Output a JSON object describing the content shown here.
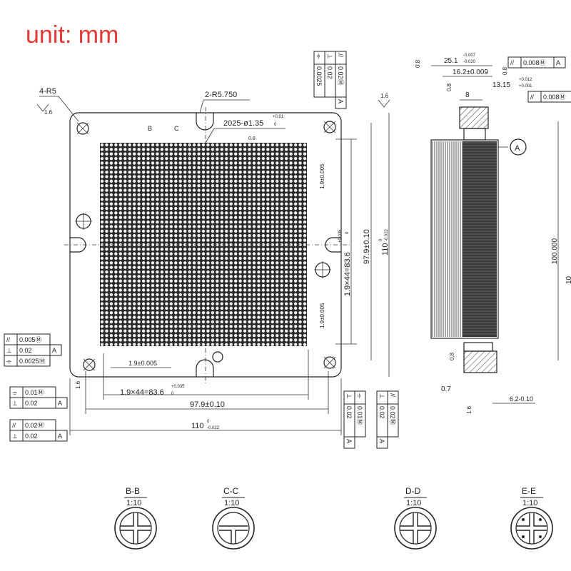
{
  "unit_label": "unit: mm",
  "colors": {
    "unit": "#e53935",
    "ink": "#222222",
    "grid": "#1a1a1a"
  },
  "front": {
    "corner_radius": "4-R5",
    "pocket_radius": "2-R5.750",
    "hole_spec_main": "2025-ø1.35",
    "hole_tol_upper": "+0.01",
    "hole_tol_lower": "0",
    "b_label": "B",
    "c_label": "C",
    "fillet_b": "0.8",
    "roughness_left": "1.6",
    "roughness_right": "1.6",
    "pitch_right_top": "1.9±0.005",
    "pitch_right_bottom": "1.9±0.005",
    "pitch_bottom": "1.9±0.005",
    "pattern_v": "1.9×44=83.6",
    "pattern_v_upper": "+0.035",
    "pattern_v_lower": "0",
    "span_v": "97.9±0.10",
    "outer_v": "110",
    "outer_v_tol": "-0.022",
    "outer_v_zero": "0",
    "pattern_h": "1.9×44=83.6",
    "pattern_h_upper": "+0.035",
    "pattern_h_lower": "0",
    "span_h": "97.9±0.10",
    "outer_h": "110",
    "outer_h_tol": "-0.022",
    "outer_h_zero": "0",
    "roughness_bottom": "1.6"
  },
  "fcf": {
    "left_top": [
      {
        "sym": "//",
        "tol": "0.005Ⓜ",
        "ref": ""
      },
      {
        "sym": "⊥",
        "tol": "0.02",
        "ref": "A"
      },
      {
        "sym": "⌯",
        "tol": "0.0025Ⓜ",
        "ref": ""
      }
    ],
    "left_mid": [
      {
        "sym": "⌯",
        "tol": "0.01Ⓜ",
        "ref": ""
      },
      {
        "sym": "⊥",
        "tol": "0.02",
        "ref": "A"
      }
    ],
    "left_bot": [
      {
        "sym": "//",
        "tol": "0.02Ⓜ",
        "ref": ""
      },
      {
        "sym": "⊥",
        "tol": "0.02",
        "ref": "A"
      }
    ],
    "top_vertical": [
      {
        "sym": "//",
        "tol": "0.02Ⓜ",
        "ref": "A"
      },
      {
        "sym": "⊥",
        "tol": "0.02",
        "ref": ""
      },
      {
        "sym": "⌯",
        "tol": "0.0025",
        "ref": ""
      }
    ],
    "bottom_vertical_a": [
      {
        "sym": "⌯",
        "tol": "0.01Ⓜ",
        "ref": ""
      },
      {
        "sym": "⊥",
        "tol": "0.02",
        "ref": "A"
      }
    ],
    "bottom_vertical_b": [
      {
        "sym": "//",
        "tol": "0.02Ⓜ",
        "ref": ""
      },
      {
        "sym": "⊥",
        "tol": "0.02",
        "ref": "A"
      }
    ]
  },
  "side": {
    "width_top": "25.1",
    "width_top_upper": "-0.007",
    "width_top_lower": "-0.020",
    "fcf_top": {
      "sym": "//",
      "tol": "0.008Ⓜ",
      "ref": "A"
    },
    "width_16": "16.2±0.009",
    "width_13": "13.15",
    "width_13_upper": "+0.012",
    "width_13_lower": "+0.001",
    "fcf_mid": {
      "sym": "//",
      "tol": "0.008Ⓜ",
      "ref": ""
    },
    "dim_8": "8",
    "roughness_a": "0.8",
    "roughness_b": "0.8",
    "roughness_c": "0.8",
    "roughness_d": "0.8",
    "datum": "A",
    "height": "100.000",
    "height_cut": "10",
    "dim_07": "0.7",
    "dim_62": "6.2-0.10",
    "roughness_e": "1.6"
  },
  "sections": [
    {
      "name": "B-B",
      "scale": "1:10",
      "shape": "cross"
    },
    {
      "name": "C-C",
      "scale": "1:10",
      "shape": "tee"
    },
    {
      "name": "D-D",
      "scale": "1:10",
      "shape": "cross"
    },
    {
      "name": "E-E",
      "scale": "1:10",
      "shape": "cross-dots"
    }
  ]
}
